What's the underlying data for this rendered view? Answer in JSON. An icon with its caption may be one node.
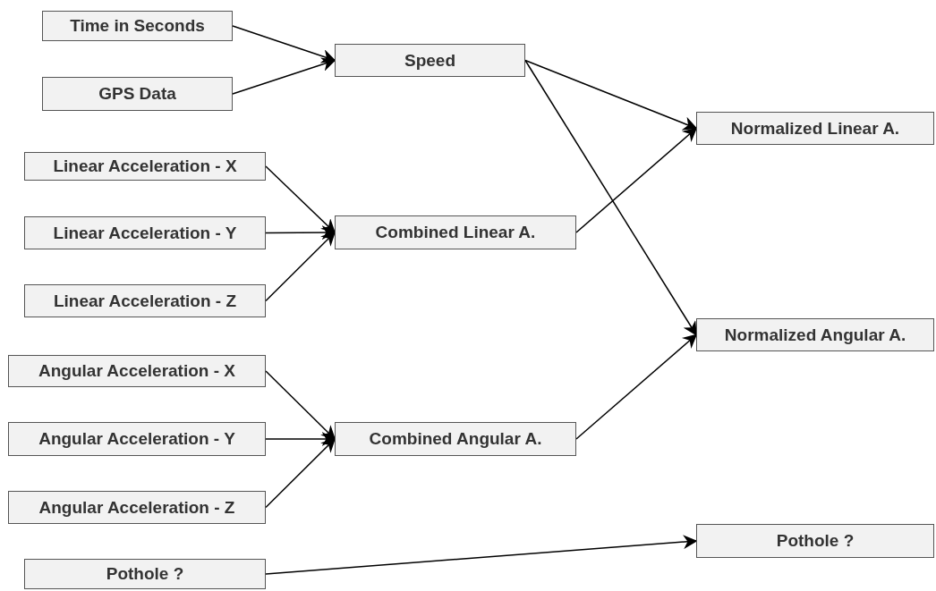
{
  "diagram": {
    "nodes": [
      {
        "text": [
          "Time in Seconds"
        ]
      },
      {
        "text": [
          "GPS Data"
        ]
      },
      {
        "text": [
          "Speed"
        ]
      },
      {
        "text": [
          "Linear Acceleration - X"
        ]
      },
      {
        "text": [
          "Linear Acceleration - Y"
        ]
      },
      {
        "text": [
          "Linear Acceleration - Z"
        ]
      },
      {
        "text": [
          "Combined Linear A."
        ]
      },
      {
        "text": [
          "Normalized Linear A."
        ]
      },
      {
        "text": [
          "Angular Acceleration - X"
        ]
      },
      {
        "text": [
          "Angular Acceleration - Y"
        ]
      },
      {
        "text": [
          "Angular Acceleration - Z"
        ]
      },
      {
        "text": [
          "Combined Angular A."
        ]
      },
      {
        "text": [
          "Normalized Angular A."
        ]
      },
      {
        "text": [
          "Pothole ?"
        ]
      },
      {
        "text": [
          "Pothole ?"
        ]
      }
    ],
    "edges": [
      {
        "from": 0,
        "to": 2,
        "arrow": "to"
      },
      {
        "from": 1,
        "to": 2,
        "arrow": "to"
      },
      {
        "from": 2,
        "to": 7,
        "arrow": "to"
      },
      {
        "from": 2,
        "to": 12,
        "arrow": "to"
      },
      {
        "from": 3,
        "to": 6,
        "arrow": "to"
      },
      {
        "from": 4,
        "to": 6,
        "arrow": "to"
      },
      {
        "from": 5,
        "to": 6,
        "arrow": "to"
      },
      {
        "from": 6,
        "to": 7,
        "arrow": "to"
      },
      {
        "from": 8,
        "to": 11,
        "arrow": "to"
      },
      {
        "from": 9,
        "to": 11,
        "arrow": "to"
      },
      {
        "from": 10,
        "to": 11,
        "arrow": "to"
      },
      {
        "from": 11,
        "to": 12,
        "arrow": "to"
      },
      {
        "from": 13,
        "to": 14,
        "arrow": "to"
      }
    ]
  }
}
